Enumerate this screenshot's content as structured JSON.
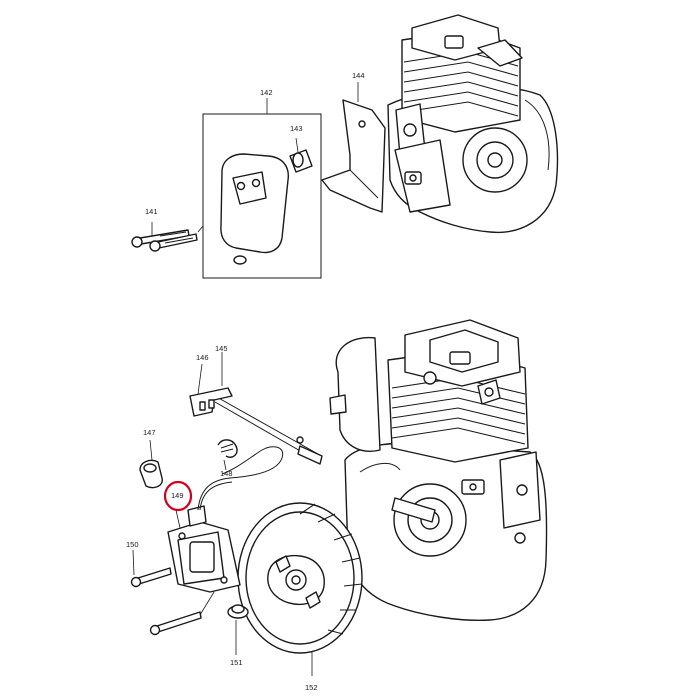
{
  "callouts": [
    {
      "id": "c141",
      "text": "141"
    },
    {
      "id": "c142",
      "text": "142"
    },
    {
      "id": "c143",
      "text": "143"
    },
    {
      "id": "c144",
      "text": "144"
    },
    {
      "id": "c145",
      "text": "145"
    },
    {
      "id": "c146",
      "text": "146"
    },
    {
      "id": "c147",
      "text": "147"
    },
    {
      "id": "c148",
      "text": "148"
    },
    {
      "id": "c149",
      "text": "149"
    },
    {
      "id": "c150",
      "text": "150"
    },
    {
      "id": "c151",
      "text": "151"
    },
    {
      "id": "c152",
      "text": "152"
    }
  ],
  "highlight": {
    "target": "149",
    "color": "#d0021b"
  },
  "colors": {
    "line": "#1a1a1a",
    "background": "#ffffff"
  }
}
